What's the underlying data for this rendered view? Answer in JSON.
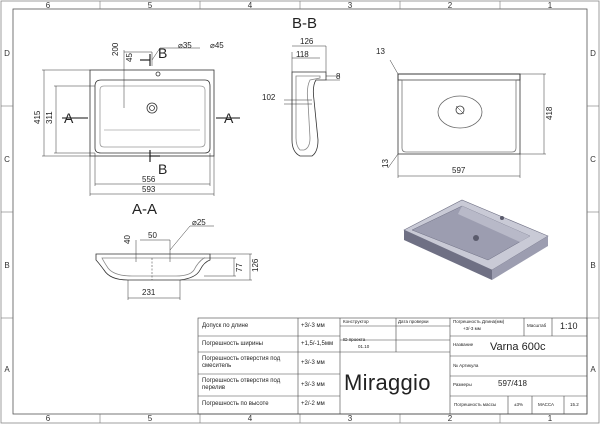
{
  "frame": {
    "col_labels": [
      "6",
      "5",
      "4",
      "3",
      "2",
      "1"
    ],
    "row_labels": [
      "D",
      "C",
      "B",
      "A"
    ]
  },
  "views": {
    "top": {
      "dims": {
        "d200": "200",
        "d45": "45",
        "d35": "⌀35",
        "d45b": "⌀45",
        "d415": "415",
        "d311": "311",
        "d556": "556",
        "d593": "593"
      },
      "section_mark_a": "A",
      "section_mark_b": "B"
    },
    "section_bb": {
      "title": "B-B",
      "dims": {
        "d126": "126",
        "d118": "118",
        "d8": "8",
        "d102": "102"
      }
    },
    "front": {
      "dims": {
        "d13a": "13",
        "d13b": "13",
        "d418": "418",
        "d597": "597"
      }
    },
    "section_aa": {
      "title": "A-A",
      "dims": {
        "d40": "40",
        "d50": "50",
        "d25": "⌀25",
        "d77": "77",
        "d126": "126",
        "d231": "231"
      }
    }
  },
  "title_block": {
    "rows": [
      {
        "label": "Допуск по длине",
        "value": "+3/-3 мм"
      },
      {
        "label": "Погрешность ширины",
        "value": "+1,5/-1,5мм"
      },
      {
        "label": "Погрешность отверстия под смеситель",
        "value": "+3/-3 мм"
      },
      {
        "label": "Погрешность отверстия под перелив",
        "value": "+3/-3 мм"
      },
      {
        "label": "Погрешность по высоте",
        "value": "+2/-2 мм"
      }
    ],
    "constructor_label": "Конструктор",
    "check_label": "Дата проверки",
    "id_label": "ID проекта",
    "id_value": "01.10",
    "brand": "Miraggio",
    "tol_label": "Погрешность Длина(мм)",
    "tol_value": "+3/-3 мм",
    "scale_label": "Масштаб",
    "scale_value": "1:10",
    "name_label": "Название",
    "name_value": "Varna 600c",
    "article_label": "№ Артикула",
    "size_label": "Размеры",
    "size_value": "597/418",
    "mass_tol_label": "Погрешность массы",
    "mass_tol_value": "±3%",
    "mass_label": "МАССА",
    "mass_value": "15.2"
  },
  "colors": {
    "line": "#333333",
    "basin_fill": "#9c9db0",
    "basin_dark": "#6f7084",
    "basin_light": "#c9cad6"
  }
}
